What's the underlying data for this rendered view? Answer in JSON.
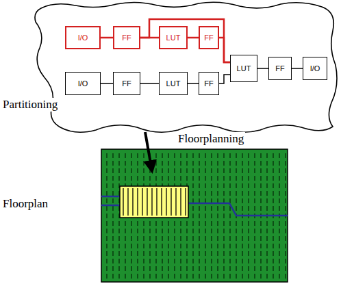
{
  "diagram": {
    "nodes": [
      {
        "text": [
          "I/O"
        ]
      },
      {
        "text": [
          "FF"
        ]
      },
      {
        "text": [
          "LUT"
        ]
      },
      {
        "text": [
          "FF"
        ]
      },
      {
        "text": [
          "I/O"
        ]
      },
      {
        "text": [
          "FF"
        ]
      },
      {
        "text": [
          "LUT"
        ]
      },
      {
        "text": [
          "FF"
        ]
      },
      {
        "text": [
          "LUT"
        ]
      },
      {
        "text": [
          "FF"
        ]
      },
      {
        "text": [
          "I/O"
        ]
      }
    ],
    "edges": [
      {
        "from": 0,
        "to": 1,
        "arrow": "none"
      },
      {
        "from": 1,
        "to": 2,
        "arrow": "none"
      },
      {
        "from": 2,
        "to": 3,
        "arrow": "none"
      },
      {
        "from": 1,
        "to": 8,
        "arrow": "none"
      },
      {
        "from": 3,
        "to": 8,
        "arrow": "none"
      },
      {
        "from": 4,
        "to": 5,
        "arrow": "none"
      },
      {
        "from": 5,
        "to": 6,
        "arrow": "none"
      },
      {
        "from": 6,
        "to": 7,
        "arrow": "none"
      },
      {
        "from": 7,
        "to": 8,
        "arrow": "none"
      },
      {
        "from": 8,
        "to": 9,
        "arrow": "none"
      },
      {
        "from": 9,
        "to": 10,
        "arrow": "none"
      }
    ],
    "labels": [
      "Partitioning",
      "Floorplanning",
      "Floorplan"
    ]
  }
}
